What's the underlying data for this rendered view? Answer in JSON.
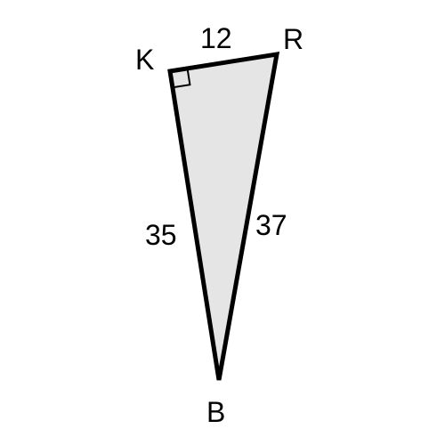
{
  "diagram": {
    "vertices": {
      "k": "K",
      "r": "R",
      "b": "B"
    },
    "sides": {
      "kr": "12",
      "kb": "35",
      "rb": "37"
    },
    "right_angle_at": "K",
    "colors": {
      "fill": "#e5e5e5",
      "stroke": "#000000",
      "text": "#000000"
    }
  }
}
